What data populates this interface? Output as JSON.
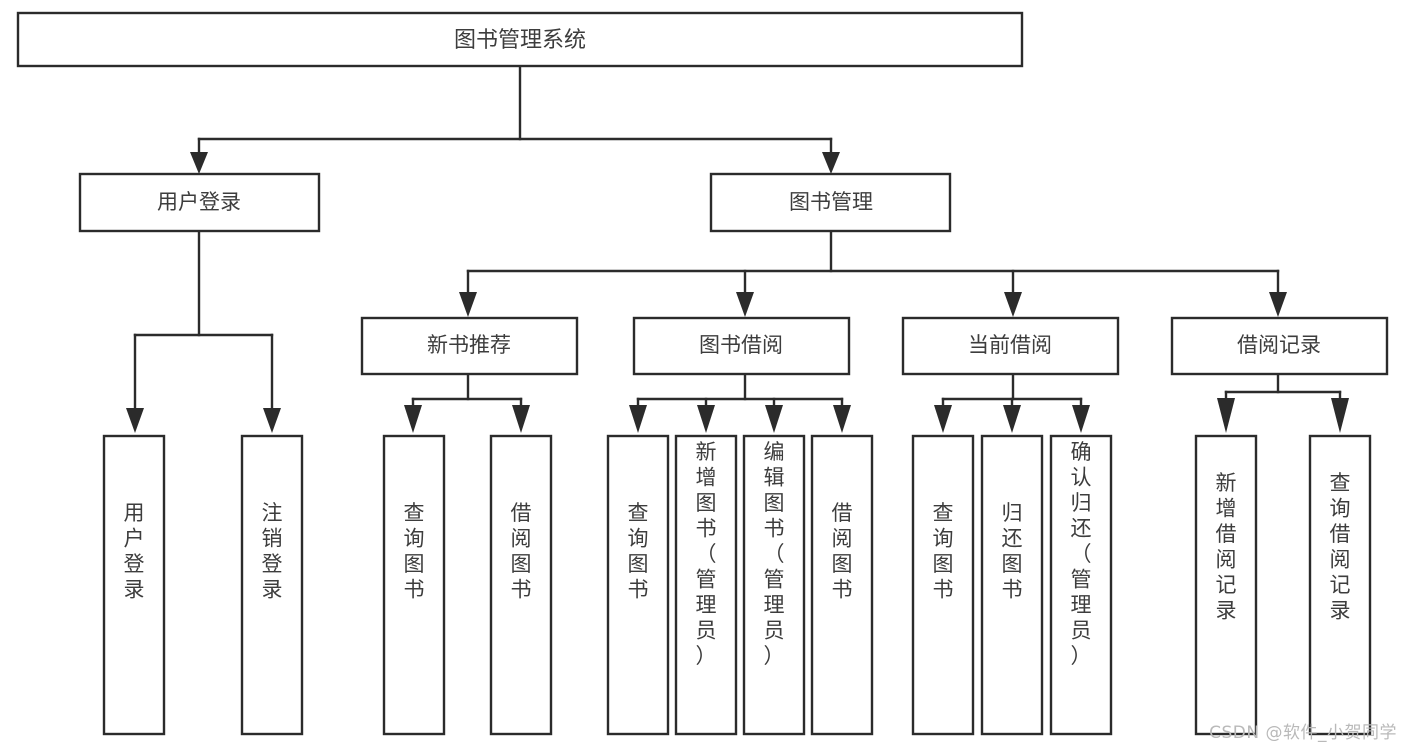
{
  "diagram": {
    "title": "图书管理系统",
    "watermark": "CSDN @软件_小贺同学",
    "type": "tree-hierarchy",
    "root": {
      "id": "root",
      "label": "图书管理系统"
    },
    "level2": [
      {
        "id": "user-login",
        "label": "用户登录"
      },
      {
        "id": "book-manage",
        "label": "图书管理"
      }
    ],
    "level3": [
      {
        "id": "new-book-rec",
        "label": "新书推荐",
        "parent": "book-manage"
      },
      {
        "id": "book-borrow",
        "label": "图书借阅",
        "parent": "book-manage"
      },
      {
        "id": "current-borrow",
        "label": "当前借阅",
        "parent": "book-manage"
      },
      {
        "id": "borrow-record",
        "label": "借阅记录",
        "parent": "book-manage"
      }
    ],
    "leaves": [
      {
        "id": "leaf-user-login",
        "label": "用户登录",
        "parent": "user-login"
      },
      {
        "id": "leaf-user-logout",
        "label": "注销登录",
        "parent": "user-login"
      },
      {
        "id": "leaf-query-book-1",
        "label": "查询图书",
        "parent": "new-book-rec"
      },
      {
        "id": "leaf-borrow-book-1",
        "label": "借阅图书",
        "parent": "new-book-rec"
      },
      {
        "id": "leaf-query-book-2",
        "label": "查询图书",
        "parent": "book-borrow"
      },
      {
        "id": "leaf-add-book",
        "label": "新增图书（管理员）",
        "parent": "book-borrow"
      },
      {
        "id": "leaf-edit-book",
        "label": "编辑图书（管理员）",
        "parent": "book-borrow"
      },
      {
        "id": "leaf-borrow-book-2",
        "label": "借阅图书",
        "parent": "book-borrow"
      },
      {
        "id": "leaf-query-book-3",
        "label": "查询图书",
        "parent": "current-borrow"
      },
      {
        "id": "leaf-return-book",
        "label": "归还图书",
        "parent": "current-borrow"
      },
      {
        "id": "leaf-confirm-return",
        "label": "确认归还（管理员）",
        "parent": "current-borrow"
      },
      {
        "id": "leaf-add-record",
        "label": "新增借阅记录",
        "parent": "borrow-record"
      },
      {
        "id": "leaf-query-record",
        "label": "查询借阅记录",
        "parent": "borrow-record"
      }
    ],
    "colors": {
      "stroke": "#2b2b2b",
      "text": "#3d3d3d",
      "background": "#ffffff",
      "watermark": "#b9b9b9"
    }
  }
}
